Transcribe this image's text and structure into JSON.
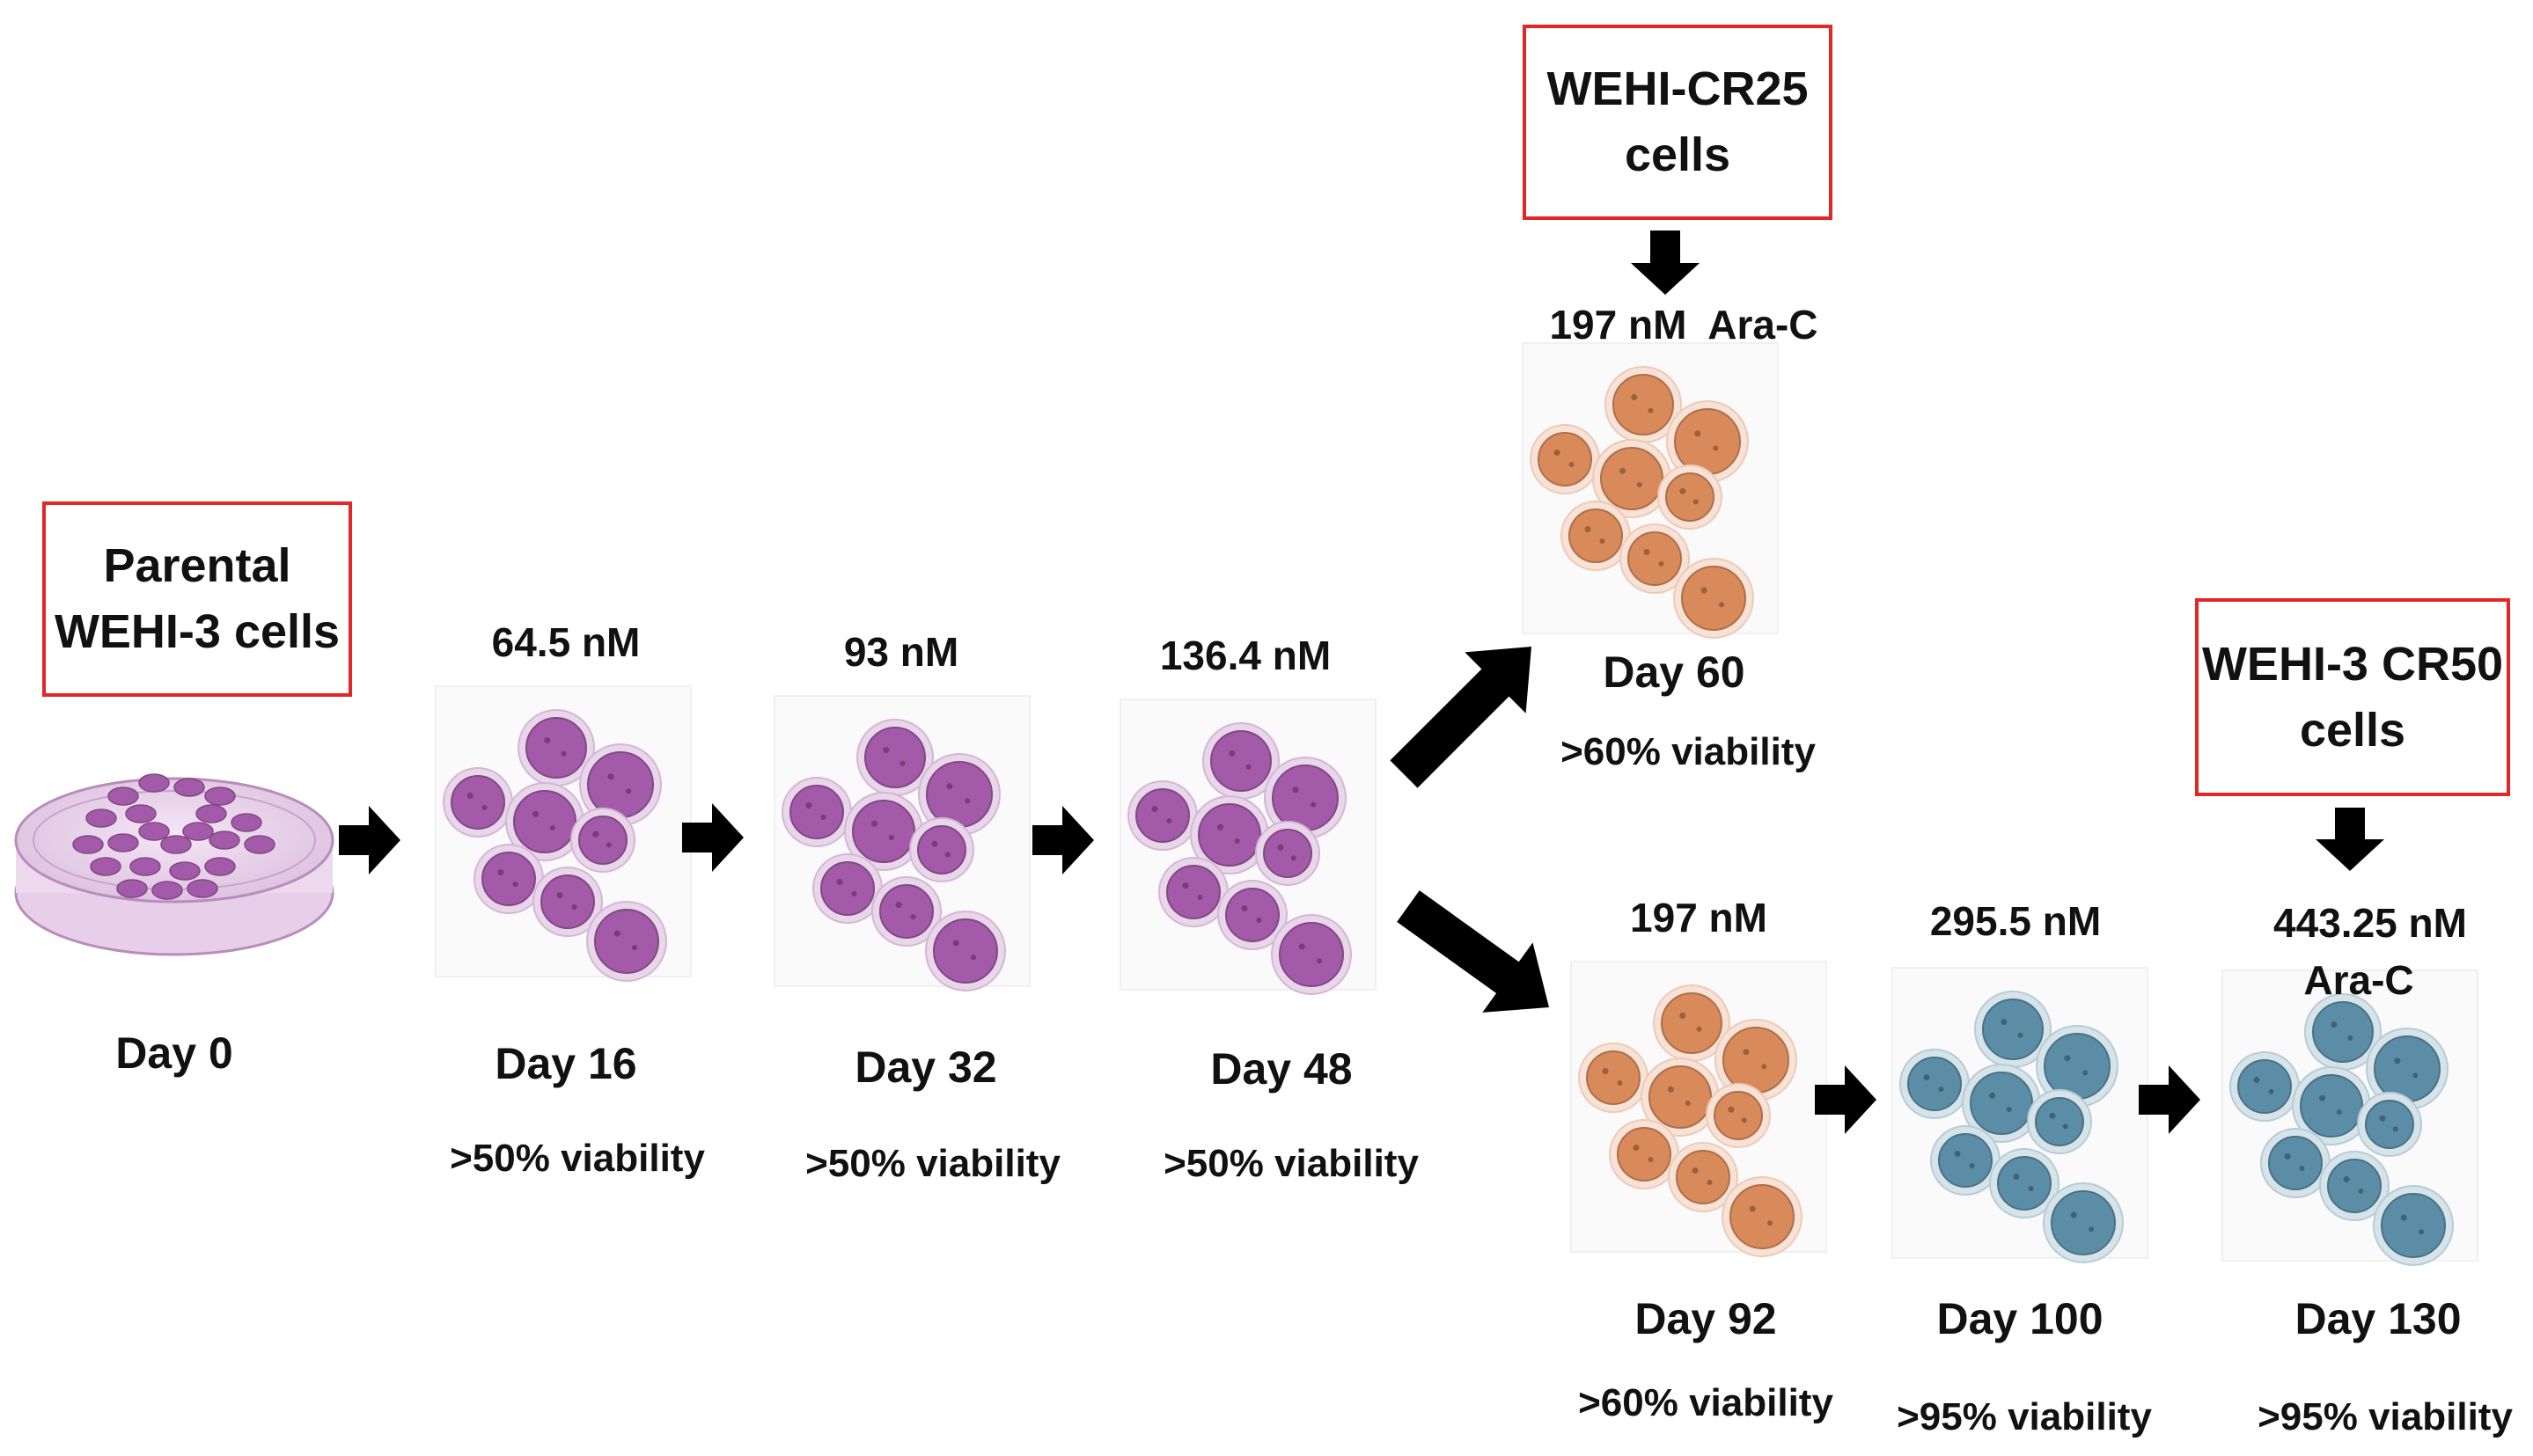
{
  "colors": {
    "purple": "#a35aa8",
    "orange": "#d98a5a",
    "blue": "#5b8ea6",
    "box_border": "#e32626",
    "arrow": "#000000"
  },
  "start": {
    "box_line1": "Parental",
    "box_line2": "WEHI-3 cells",
    "day": "Day 0"
  },
  "steps": [
    {
      "conc": "64.5 nM",
      "day": "Day 16",
      "viability": ">50% viability"
    },
    {
      "conc": "93 nM",
      "day": "Day 32",
      "viability": ">50% viability"
    },
    {
      "conc": "136.4 nM",
      "day": "Day 48",
      "viability": ">50% viability"
    }
  ],
  "cr25": {
    "box_line1": "WEHI-CR25",
    "box_line2": "cells",
    "conc": "197 nM  Ara-C",
    "day": "Day 60",
    "viability": ">60% viability"
  },
  "lower": [
    {
      "conc": "197 nM",
      "day": "Day 92",
      "viability": ">60% viability"
    },
    {
      "conc": "295.5 nM",
      "day": "Day 100",
      "viability": ">95% viability"
    },
    {
      "conc_line1": "443.25 nM",
      "conc_line2": "Ara-C",
      "day": "Day 130",
      "viability": ">95% viability"
    }
  ],
  "cr50": {
    "box_line1": "WEHI-3 CR50",
    "box_line2": "cells"
  }
}
